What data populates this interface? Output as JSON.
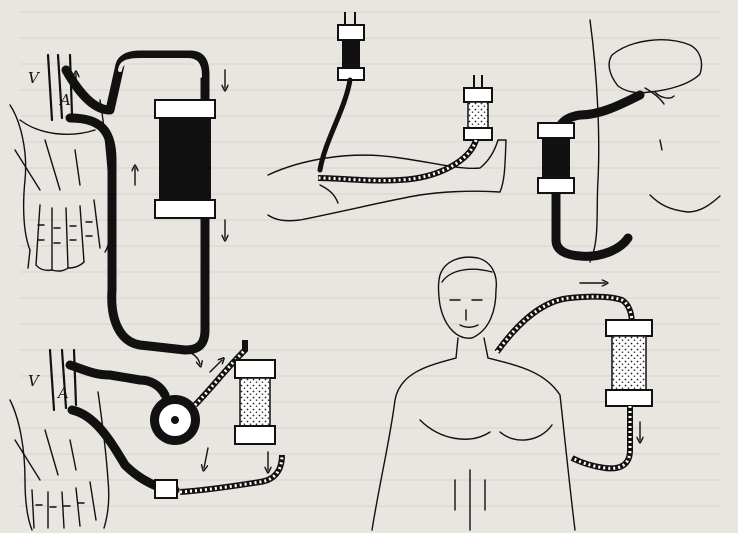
{
  "labels": {
    "top_left_vein": "V",
    "top_left_artery": "A",
    "bottom_left_vein": "V",
    "bottom_left_artery": "A"
  },
  "colors": {
    "paper": "#e9e6e1",
    "ink": "#111111",
    "bleed_through_text": "#d6d2cc"
  }
}
